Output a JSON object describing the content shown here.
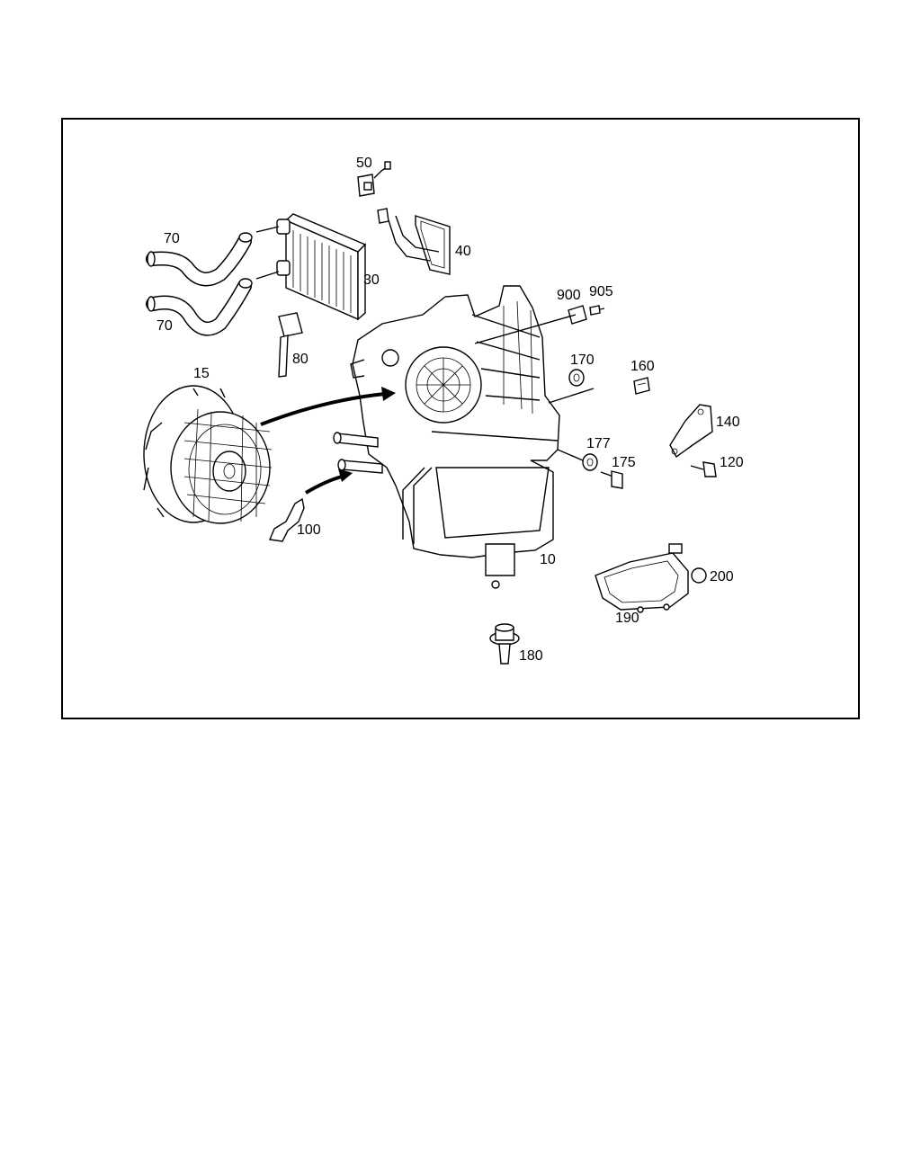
{
  "parts": [
    {
      "id": "p10",
      "label": "10"
    },
    {
      "id": "p15",
      "label": "15"
    },
    {
      "id": "p30",
      "label": "30"
    },
    {
      "id": "p40",
      "label": "40"
    },
    {
      "id": "p50",
      "label": "50"
    },
    {
      "id": "p70a",
      "label": "70"
    },
    {
      "id": "p70b",
      "label": "70"
    },
    {
      "id": "p80",
      "label": "80"
    },
    {
      "id": "p100",
      "label": "100"
    },
    {
      "id": "p120",
      "label": "120"
    },
    {
      "id": "p140",
      "label": "140"
    },
    {
      "id": "p160",
      "label": "160"
    },
    {
      "id": "p170",
      "label": "170"
    },
    {
      "id": "p175",
      "label": "175"
    },
    {
      "id": "p177",
      "label": "177"
    },
    {
      "id": "p180",
      "label": "180"
    },
    {
      "id": "p190",
      "label": "190"
    },
    {
      "id": "p200",
      "label": "200"
    },
    {
      "id": "p900",
      "label": "900"
    },
    {
      "id": "p905",
      "label": "905"
    }
  ]
}
